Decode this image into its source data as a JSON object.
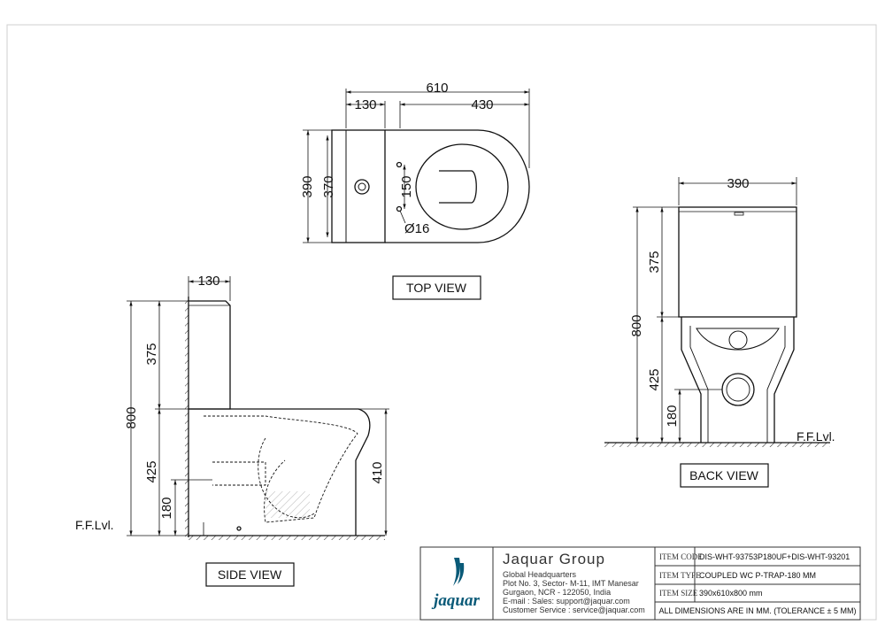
{
  "views": {
    "top": "TOP VIEW",
    "side": "SIDE VIEW",
    "back": "BACK VIEW"
  },
  "dims": {
    "top_overall": "610",
    "top_tank_depth": "130",
    "top_bowl_len": "430",
    "top_width": "390",
    "top_tank_width": "370",
    "top_hole_spacing": "150",
    "top_hole_dia": "Ø16",
    "back_width": "390",
    "back_tank_h": "375",
    "back_height": "800",
    "back_pan_h": "425",
    "back_outlet_h": "180",
    "side_tank_depth": "130",
    "side_tank_h": "375",
    "side_height": "800",
    "side_pan_h": "425",
    "side_outlet_h": "180",
    "side_seat_h": "410"
  },
  "floor_label": "F.F.Lvl.",
  "title_block": {
    "company": "Jaquar Group",
    "brand": "jaquar",
    "address": [
      "Global Headquarters",
      "Plot No. 3, Sector- M-11, IMT Manesar",
      "Gurgaon, NCR - 122050, India",
      "E-mail :  Sales: support@jaquar.com",
      "Customer Service : service@jaquar.com"
    ],
    "rows": [
      {
        "key": "ITEM CODE",
        "value": "DIS-WHT-93753P180UF+DIS-WHT-93201"
      },
      {
        "key": "ITEM TYPE",
        "value": "COUPLED WC P-TRAP-180 MM"
      },
      {
        "key": "ITEM SIZE",
        "value": "390x610x800 mm"
      }
    ],
    "note": "ALL DIMENSIONS ARE IN MM. (TOLERANCE ± 5 MM)",
    "accent": "#0a5a78"
  }
}
